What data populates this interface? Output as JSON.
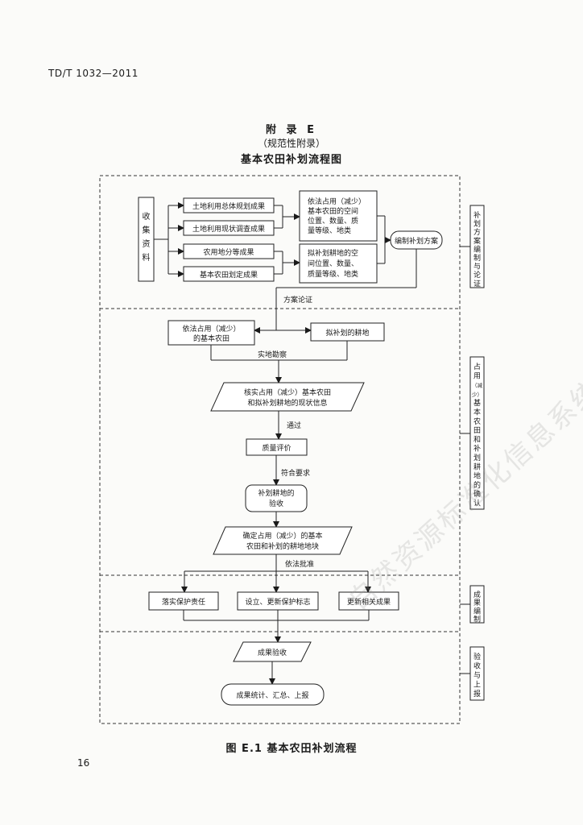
{
  "header": {
    "code": "TD/T 1032—2011"
  },
  "appendix": {
    "title": "附 录 E",
    "subtitle": "（规范性附录）",
    "heading": "基本农田补划流程图"
  },
  "flow": {
    "collect": [
      "收",
      "集",
      "资",
      "料"
    ],
    "sources": [
      "土地利用总体规划成果",
      "土地利用现状调查成果",
      "农用地分等成果",
      "基本农田划定成果"
    ],
    "info_top": [
      "依法占用（减少）",
      "基本农田的空间",
      "位置、数量、质",
      "量等级、地类"
    ],
    "info_bottom": [
      "拟补划耕地的空",
      "间位置、数量、",
      "质量等级、地类"
    ],
    "compile_plan": "编制补划方案",
    "plan_review_label": "方案论证",
    "occupied_farmland": [
      "依法占用（减少）",
      "的基本农田"
    ],
    "planned_farmland": "拟补划的耕地",
    "survey_label": "实地勘察",
    "verify_status": [
      "核实占用（减少）基本农田",
      "和拟补划耕地的现状信息"
    ],
    "pass_label": "通过",
    "quality_eval": "质量评价",
    "meets_label": "符合要求",
    "acceptance": [
      "补划耕地的",
      "验收"
    ],
    "determine_blocks": [
      "确定占用（减少）的基本",
      "农田和补划的耕地地块"
    ],
    "approval_label": "依法批准",
    "actions": [
      "落实保护责任",
      "设立、更新保护标志",
      "更新相关成果"
    ],
    "result_accept": "成果验收",
    "result_report": "成果统计、汇总、上报"
  },
  "stages": [
    [
      "补",
      "划",
      "方",
      "案",
      "编",
      "制",
      "与",
      "论",
      "证"
    ],
    [
      "占",
      "用",
      "（减",
      "少）",
      "基",
      "本",
      "农",
      "田",
      "和",
      "补",
      "划",
      "耕",
      "地",
      "的",
      "确",
      "认"
    ],
    [
      "成",
      "果",
      "编",
      "制"
    ],
    [
      "验",
      "收",
      "与",
      "上",
      "报"
    ]
  ],
  "watermark": "自然资源标准化信息系统",
  "figure_caption": "图 E.1  基本农田补划流程",
  "page_number": "16"
}
